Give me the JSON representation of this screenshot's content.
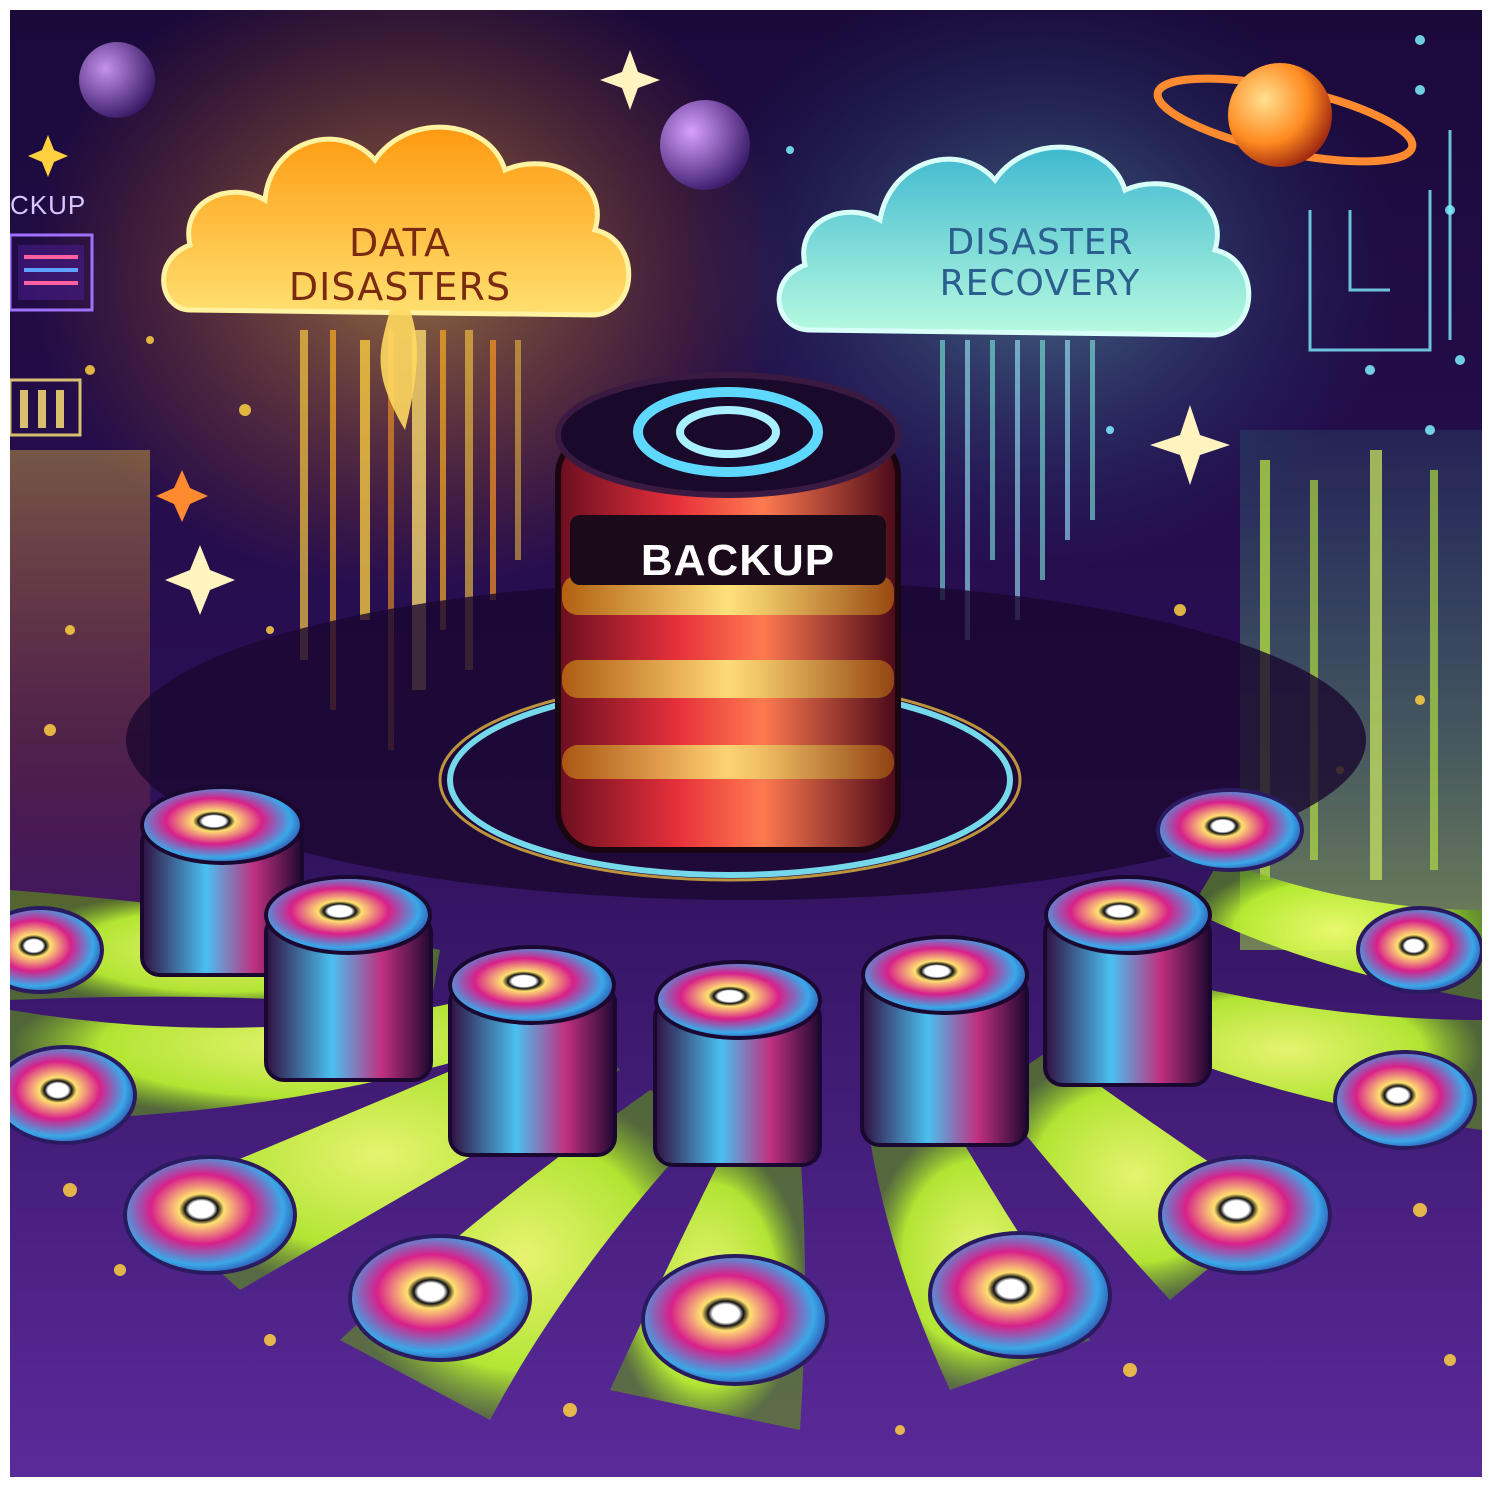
{
  "scene": {
    "data_disasters_cloud": {
      "line1": "DATA",
      "line2": "DISASTERS"
    },
    "disaster_recovery_cloud": {
      "line1": "DISASTER",
      "line2": "RECOVERY"
    },
    "central_server_label": "BACKUP",
    "side_panel_label": "CKUP"
  },
  "colors": {
    "background_top": "#1a0a3a",
    "background_bottom": "#5b2a9a",
    "orange_cloud": "#ffb020",
    "teal_cloud": "#4fe0c8",
    "lime_glow": "#c8f53a",
    "server_red": "#d8242c",
    "server_gold": "#ffc43a",
    "disc_blue": "#3aa8e8",
    "disc_magenta": "#d8208a"
  },
  "icons": [
    "planet-icon",
    "sparkle-star-icon",
    "database-server-icon",
    "optical-disc-icon",
    "cloud-icon"
  ]
}
